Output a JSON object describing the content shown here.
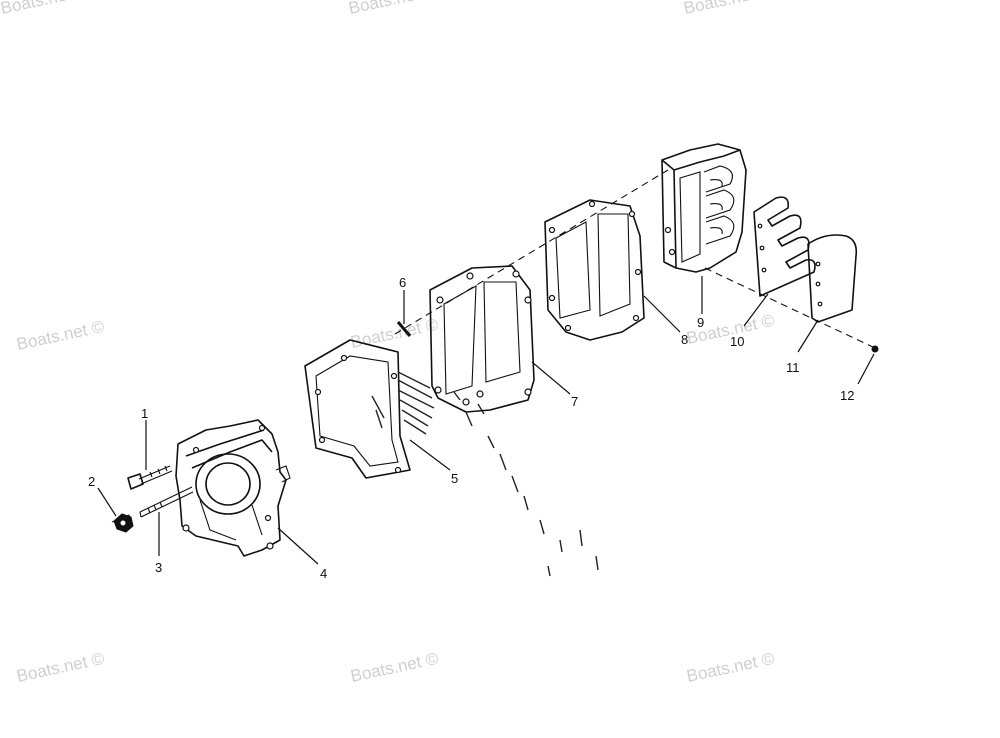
{
  "diagram": {
    "watermark": "Boats.net ©",
    "callouts": [
      "1",
      "2",
      "3",
      "4",
      "5",
      "6",
      "7",
      "8",
      "9",
      "10",
      "11",
      "12"
    ]
  }
}
